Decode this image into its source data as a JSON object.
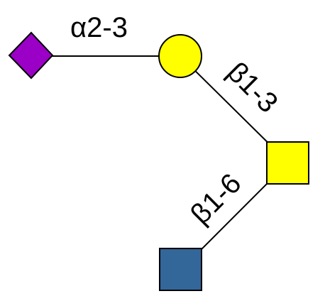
{
  "colors": {
    "neu5ac_diamond": "#9b00c6",
    "gal_circle": "#ffff00",
    "galnac_square": "#ffff00",
    "glcnac_square": "#336699",
    "outline": "#000000"
  },
  "residues": {
    "diamond": {
      "shape": "diamond",
      "color_key": "neu5ac_diamond"
    },
    "circle": {
      "shape": "circle",
      "color_key": "gal_circle"
    },
    "yellow_square": {
      "shape": "square",
      "color_key": "galnac_square"
    },
    "blue_square": {
      "shape": "square",
      "color_key": "glcnac_square"
    }
  },
  "linkages": {
    "diamond_circle": "α2-3",
    "circle_square": "β1-3",
    "square_bottom": "β1-6"
  }
}
